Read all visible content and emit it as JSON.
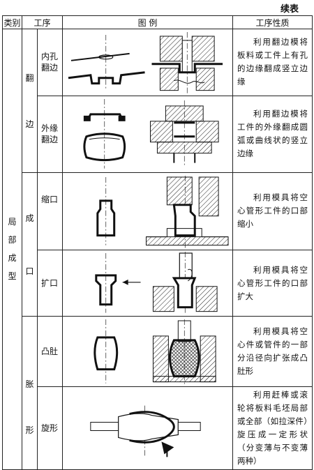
{
  "continuation_label": "续表",
  "headers": {
    "category": "类别",
    "process": "工序",
    "figure": "图 例",
    "nature": "工序性质"
  },
  "category": "局部成型",
  "groups": [
    {
      "name": "翻边",
      "rows": [
        {
          "process": "内孔翻边",
          "description": "利用翻边模将板料或工件上有孔的边缘翻成竖立边缘"
        },
        {
          "process": "外缘翻边",
          "description": "利用翻边模将工件的外缘翻成圆弧或曲线状的竖立边缘"
        }
      ]
    },
    {
      "name": "成口",
      "rows": [
        {
          "process": "缩口",
          "description": "利用模具将空心管形工件的口部缩小"
        },
        {
          "process": "扩口",
          "description": "利用模具将空心管形工件的口部扩大"
        }
      ]
    },
    {
      "name": "胀形",
      "rows": [
        {
          "process": "凸肚",
          "description": "利用模具将空心件或管件的一部分沿径向扩张成凸肚形"
        },
        {
          "process": "旋形",
          "description": "利用赶棒或滚轮将板料毛坯局部或全部（如拉深件）旋压成一定形状（分变薄与不变薄两种）"
        }
      ]
    }
  ]
}
